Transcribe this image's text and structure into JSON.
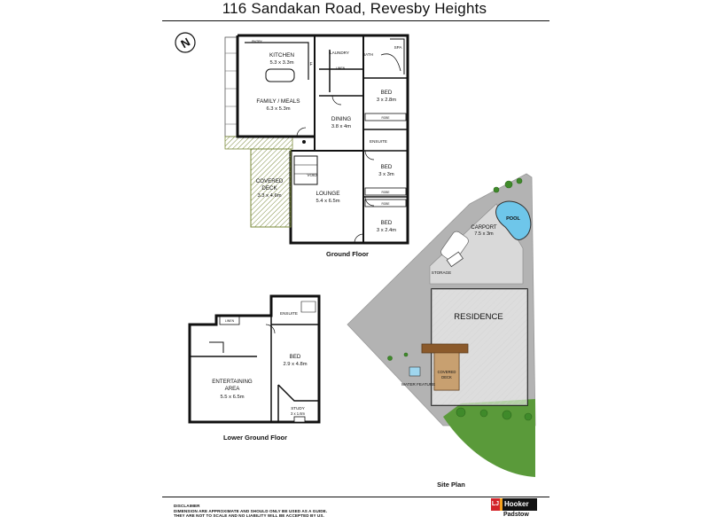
{
  "title": "116 Sandakan Road, Revesby Heights",
  "floors": {
    "ground": "Ground Floor",
    "lower": "Lower Ground Floor",
    "site": "Site Plan"
  },
  "rooms": {
    "kitchen": {
      "name": "KITCHEN",
      "dims": "5.3 x 3.3m"
    },
    "family": {
      "name": "FAMILY / MEALS",
      "dims": "6.3 x 5.3m"
    },
    "dining": {
      "name": "DINING",
      "dims": "3.8 x 4m"
    },
    "laundry": "LAUNDRY",
    "bath": "BATH",
    "spa": "SPA",
    "linen": "LINEN",
    "bed1": {
      "name": "BED",
      "dims": "3 x 2.8m"
    },
    "ensuite": "ENSUITE",
    "bed2": {
      "name": "BED",
      "dims": "3 x 3m"
    },
    "bed3": {
      "name": "BED",
      "dims": "3 x 2.4m"
    },
    "covered_deck": {
      "name": "COVERED",
      "name2": "DECK",
      "dims": "3.3 x 4.6m"
    },
    "void": "VOID",
    "lounge": {
      "name": "LOUNGE",
      "dims": "5.4 x 6.5m"
    },
    "robe": "ROBE",
    "pantry": "PNTRY",
    "fridge": "F",
    "lg_linen": "LINEN",
    "lg_ensuite": "ENSUITE",
    "lg_bed": {
      "name": "BED",
      "dims": "2.9 x 4.8m"
    },
    "entertaining": {
      "name": "ENTERTAINING",
      "name2": "AREA",
      "dims": "5.5 x 6.5m"
    },
    "study": {
      "name": "STUDY",
      "dims": "3 x 1.6m"
    }
  },
  "site": {
    "pool": "POOL",
    "carport": {
      "name": "CARPORT",
      "dims": "7.5 x 3m"
    },
    "storage": "STORAGE",
    "residence": "RESIDENCE",
    "covered_deck": {
      "name": "COVERED",
      "name2": "DECK"
    },
    "water_feature": "WATER FEATURE"
  },
  "disclaimer": {
    "line1": "DISCLAIMER",
    "line2": "DIMENSION ARE APPROXIMATE AND SHOULD ONLY BE USED AS A  GUIDE.",
    "line3": "THEY ARE NOT TO SCALE AND NO LIABILITY WILL BE ACCEPTED BY US."
  },
  "brand": {
    "logo_lj": "LJ",
    "logo_name": "Hooker",
    "office": "Padstow"
  },
  "colors": {
    "wall": "#111111",
    "deck_green": "#7a8a3a",
    "site_grey": "#b3b3b3",
    "lawn_green": "#5a9a3a",
    "deck_brown": "#8b5a2b",
    "pool_blue": "#6ec6ea",
    "logo_red": "#d2232a",
    "logo_orange": "#f6a21e"
  },
  "compass": "N"
}
